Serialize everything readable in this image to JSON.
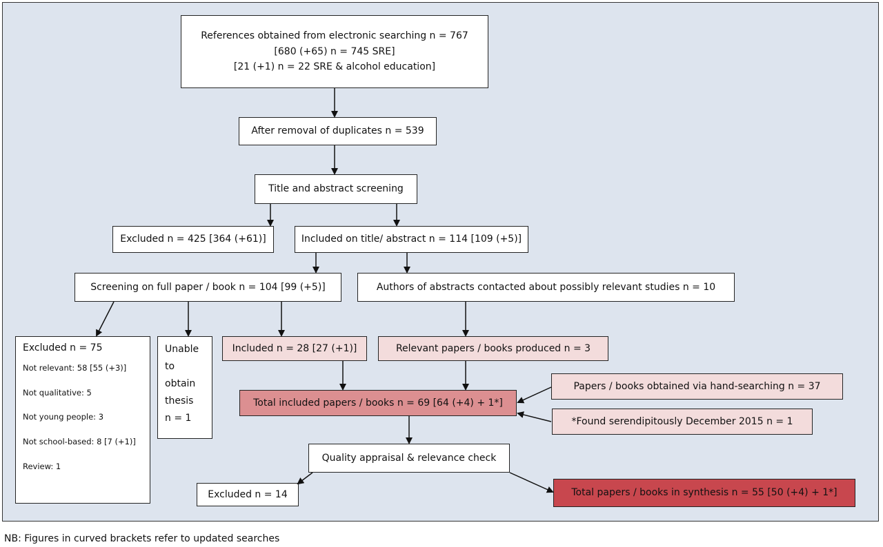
{
  "flow": {
    "references": {
      "line1": "References obtained from electronic searching n = 767",
      "line2": "[680 (+65) n = 745 SRE]",
      "line3": "[21 (+1) n = 22 SRE & alcohol education]"
    },
    "duplicates": "After removal of duplicates n = 539",
    "screening": "Title and abstract screening",
    "excluded_abstract": "Excluded n = 425 [364 (+61)]",
    "included_abstract": "Included on title/ abstract n = 114 [109 (+5)]",
    "full_paper": "Screening on full paper / book n = 104 [99 (+5)]",
    "authors_contacted": "Authors of abstracts contacted about possibly relevant studies n = 10",
    "excluded_full": {
      "heading": "Excluded n = 75",
      "items": [
        "Not relevant: 58 [55 (+3)]",
        "Not qualitative: 5",
        "Not young people: 3",
        "Not school-based: 8 [7 (+1)]",
        "Review: 1"
      ]
    },
    "unable": [
      "Unable",
      "to",
      "obtain",
      "thesis",
      "n = 1"
    ],
    "included_full": "Included n = 28 [27 (+1)]",
    "relevant_produced": "Relevant papers / books produced n = 3",
    "hand_searching": "Papers / books obtained via hand-searching n = 37",
    "serendipitous": "*Found serendipitously December 2015 n = 1",
    "total_included": "Total included papers / books n = 69 [64 (+4) + 1*]",
    "quality": "Quality appraisal & relevance check",
    "excluded_quality": "Excluded n = 14",
    "total_synthesis": "Total papers / books in synthesis n = 55 [50 (+4) + 1*]"
  },
  "footnote": "NB: Figures in curved brackets refer to updated searches",
  "colors": {
    "panel": "#dde4ee",
    "pink": "#f3dcdc",
    "rose": "#dc8f91",
    "red": "#c8474e"
  }
}
